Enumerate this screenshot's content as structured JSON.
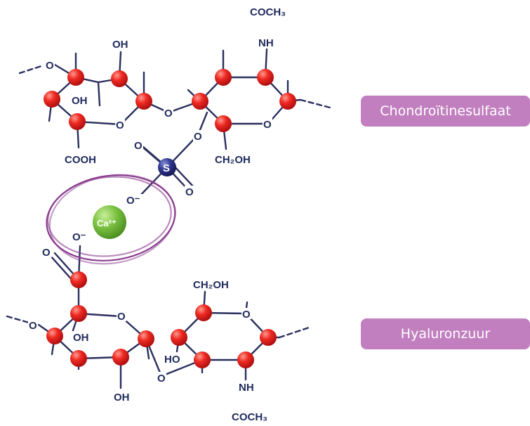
{
  "labels": {
    "chondroitin": "Chondroïtinesulfaat",
    "hyaluronic": "Hyaluronzuur"
  },
  "atoms": {
    "oh": "OH",
    "nh": "NH",
    "cooh": "COOH",
    "coch3": "COCH₃",
    "ch2oh": "CH₂OH",
    "ho": "HO",
    "o": "O",
    "o_minus": "O⁻",
    "s": "S",
    "calcium": "Ca²⁺"
  },
  "colors": {
    "carbon": "#e42020",
    "sulfur": "#2a2f7a",
    "calcium": "#7ec24a",
    "bond": "#2a2f5e",
    "text": "#1f2a5c",
    "badge": "#c17fbf",
    "ring": "#8a3c8e"
  }
}
